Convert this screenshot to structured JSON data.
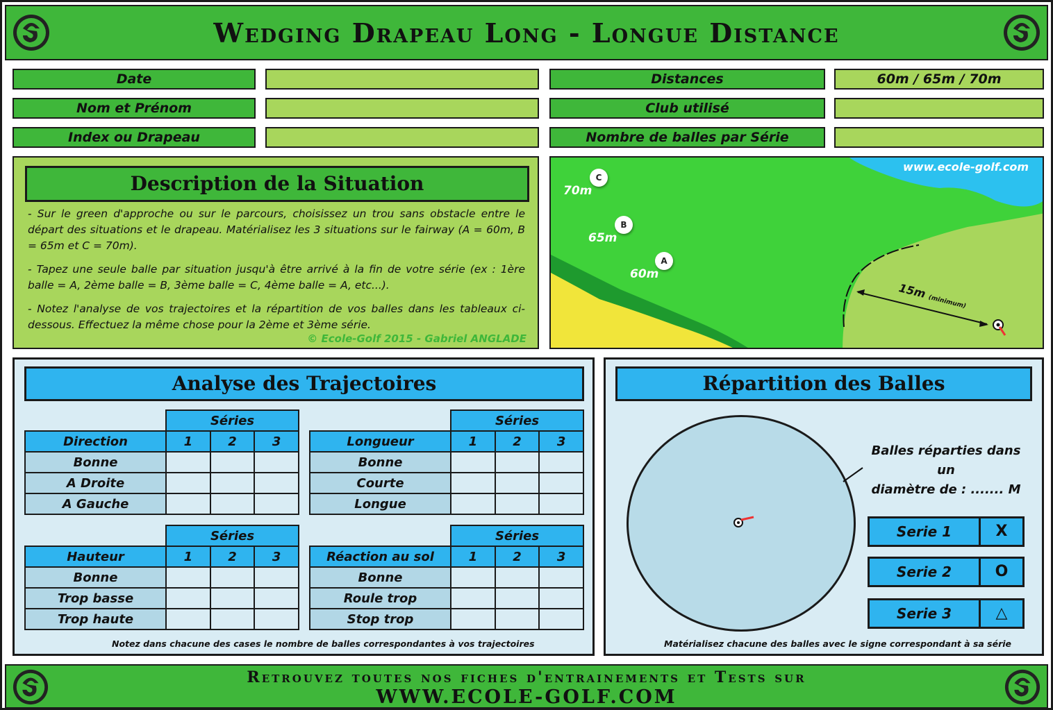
{
  "header": {
    "title": "Wedging Drapeau Long - Longue Distance"
  },
  "info": {
    "date_label": "Date",
    "date_value": "",
    "name_label": "Nom et Prénom",
    "name_value": "",
    "index_label": "Index ou Drapeau",
    "index_value": "",
    "distances_label": "Distances",
    "distances_value": "60m / 65m / 70m",
    "club_label": "Club utilisé",
    "club_value": "",
    "balls_label": "Nombre de balles par Série",
    "balls_value": ""
  },
  "description": {
    "title": "Description de la Situation",
    "p1": "- Sur le green d'approche ou sur le parcours, choisissez un trou sans obstacle entre le départ des situations et le drapeau. Matérialisez les 3 situations sur le fairway (A = 60m, B = 65m et C = 70m).",
    "p2": "- Tapez une seule balle par situation jusqu'à être arrivé à la fin de votre série (ex : 1ère balle = A, 2ème balle = B, 3ème balle = C, 4ème balle = A, etc...).",
    "p3": "- Notez l'analyse de vos trajectoires et la répartition de vos balles dans les tableaux ci-dessous. Effectuez la même chose pour la 2ème et 3ème série.",
    "copyright": "© Ecole-Golf 2015 - Gabriel ANGLADE"
  },
  "map": {
    "url": "www.ecole-golf.com",
    "points": [
      {
        "letter": "C",
        "distance": "70m"
      },
      {
        "letter": "B",
        "distance": "65m"
      },
      {
        "letter": "A",
        "distance": "60m"
      }
    ],
    "min_distance": "15m",
    "min_note": "(minimum)"
  },
  "analysis": {
    "title": "Analyse des Trajectoires",
    "series_label": "Séries",
    "cols": [
      "1",
      "2",
      "3"
    ],
    "direction": {
      "header": "Direction",
      "rows": [
        "Bonne",
        "A Droite",
        "A Gauche"
      ]
    },
    "longueur": {
      "header": "Longueur",
      "rows": [
        "Bonne",
        "Courte",
        "Longue"
      ]
    },
    "hauteur": {
      "header": "Hauteur",
      "rows": [
        "Bonne",
        "Trop basse",
        "Trop haute"
      ]
    },
    "reaction": {
      "header": "Réaction au sol",
      "rows": [
        "Bonne",
        "Roule trop",
        "Stop trop"
      ]
    },
    "note": "Notez dans chacune des cases le nombre de balles correspondantes à vos trajectoires"
  },
  "repartition": {
    "title": "Répartition des Balles",
    "diameter_text_1": "Balles réparties dans un",
    "diameter_text_2": "diamètre de : ....... M",
    "series": [
      {
        "name": "Serie 1",
        "symbol": "X"
      },
      {
        "name": "Serie 2",
        "symbol": "O"
      },
      {
        "name": "Serie 3",
        "symbol": "△"
      }
    ],
    "note": "Matérialisez chacune des balles avec le signe correspondant à sa série"
  },
  "footer": {
    "line1": "Retrouvez toutes nos fiches d'entrainements et Tests sur",
    "line2": "WWW.ECOLE-GOLF.COM"
  },
  "colors": {
    "green": "#3fb73a",
    "light_green": "#a8d65c",
    "blue": "#2fb4ef",
    "panel_blue": "#d9ecf4"
  },
  "icons": {
    "logo": "ecole-golf-logo-icon",
    "flag": "flag-icon"
  }
}
